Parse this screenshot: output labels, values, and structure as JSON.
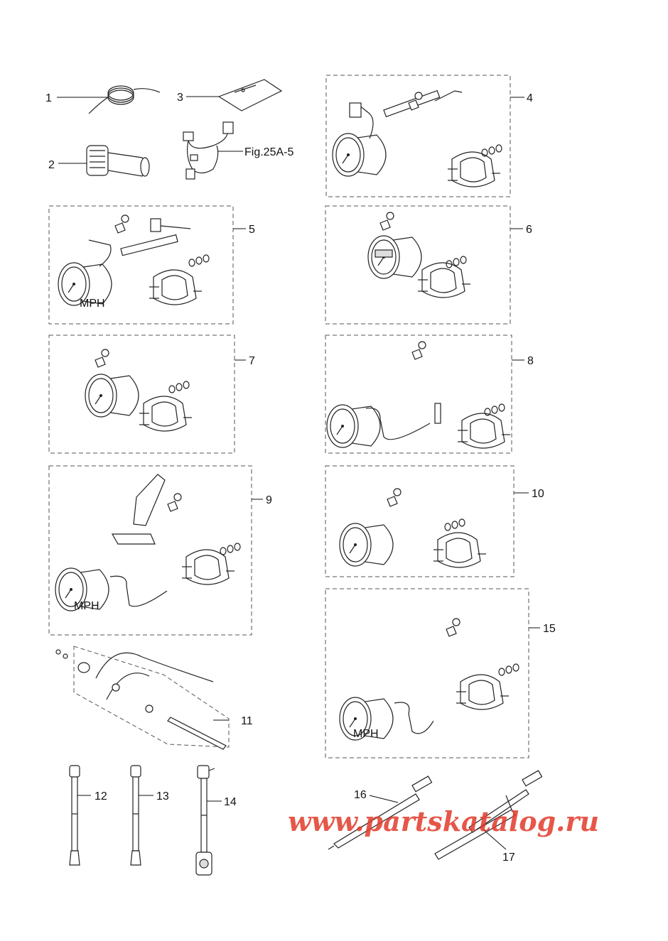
{
  "callouts": {
    "c1": "1",
    "c2": "2",
    "c3": "3",
    "c4": "4",
    "c5": "5",
    "c6": "6",
    "c7": "7",
    "c8": "8",
    "c9": "9",
    "c10": "10",
    "c11": "11",
    "c12": "12",
    "c13": "13",
    "c14": "14",
    "c15": "15",
    "c16": "16",
    "c17": "17"
  },
  "figure_ref": "Fig.25A-5",
  "gauge_text": {
    "mph": "MPH"
  },
  "watermark": "www.partskatalog.ru",
  "colors": {
    "watermark": "#e23a2a",
    "line": "#222222"
  }
}
